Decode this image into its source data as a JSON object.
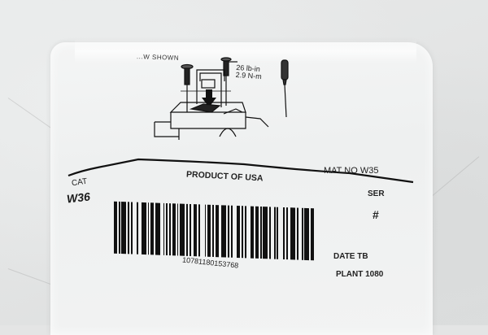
{
  "scene": {
    "description": "Close-up photo of a crumpled clear plastic parts bag with a white printed label on a light gray fabric background",
    "background_color": "#e4e5e5",
    "bag_color": "#f2f3f3",
    "ink_color": "#1d1d1d"
  },
  "illustration": {
    "caption_partial": "...W SHOWN",
    "torque_line1": "26 lb-in",
    "torque_line2": "2.9 N-m",
    "depicts": [
      "terminal-screw-icon",
      "lug-bracket-icon",
      "arrow-down-icon",
      "breaker-terminal-icon",
      "screwdriver-icon"
    ]
  },
  "label": {
    "cat_label": "CAT",
    "cat_value": "W36",
    "product_of": "PRODUCT OF USA",
    "mat_no": "MAT NO W35",
    "ser_label": "SER",
    "ser_value": "#",
    "barcode_number": "10781180153768",
    "date_label": "DATE TB",
    "plant": "PLANT 1080"
  },
  "barcode": {
    "pattern": [
      2,
      1,
      1,
      1,
      3,
      1,
      1,
      1,
      1,
      3,
      1,
      2,
      3,
      1,
      1,
      1,
      2,
      1,
      3,
      2,
      1,
      1,
      1,
      1,
      1,
      1,
      2,
      1,
      1,
      1,
      3,
      1,
      1,
      1,
      1,
      2,
      2,
      1,
      1,
      3,
      1,
      1,
      2,
      1,
      1,
      1,
      2,
      2,
      3,
      1,
      1,
      1,
      1,
      3,
      2,
      1,
      1,
      1,
      1,
      3,
      2,
      1,
      2,
      1,
      1,
      1,
      3,
      1,
      1,
      2,
      1,
      1,
      1,
      3,
      1,
      1,
      1,
      2,
      3,
      1,
      1,
      2,
      1,
      1,
      3,
      1,
      2
    ]
  }
}
